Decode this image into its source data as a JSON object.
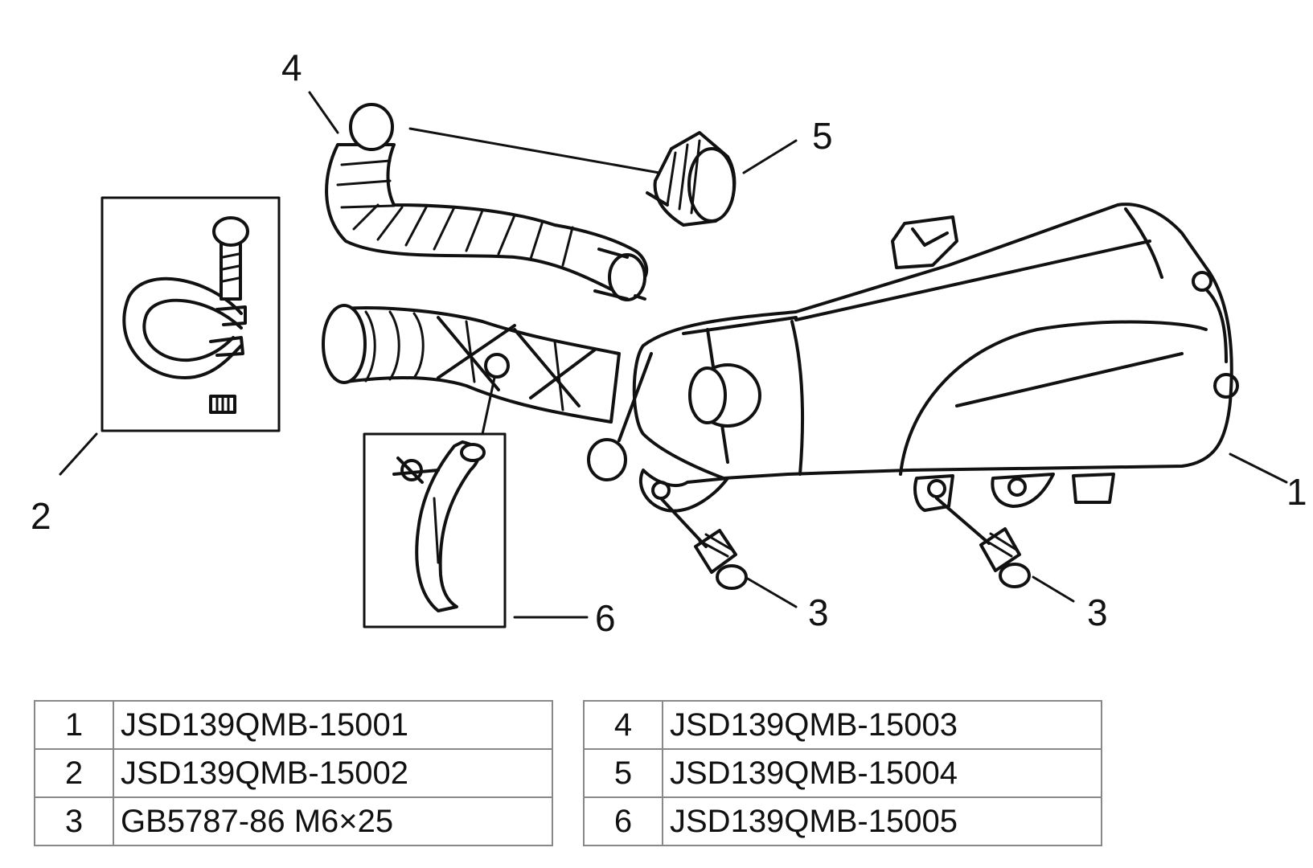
{
  "callouts": {
    "c1": "1",
    "c2": "2",
    "c3a": "3",
    "c3b": "3",
    "c4": "4",
    "c5": "5",
    "c6": "6"
  },
  "parts_left": [
    {
      "no": "1",
      "code": "JSD139QMB-15001"
    },
    {
      "no": "2",
      "code": "JSD139QMB-15002"
    },
    {
      "no": "3",
      "code": "GB5787-86  M6×25"
    }
  ],
  "parts_right": [
    {
      "no": "4",
      "code": "JSD139QMB-15003"
    },
    {
      "no": "5",
      "code": "JSD139QMB-15004"
    },
    {
      "no": "6",
      "code": "JSD139QMB-15005"
    }
  ]
}
